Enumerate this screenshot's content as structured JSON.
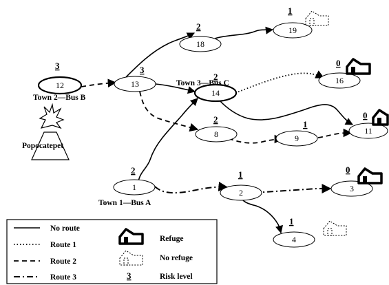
{
  "nodes": [
    {
      "id": "n1",
      "label": "1",
      "risk": "2"
    },
    {
      "id": "n2",
      "label": "2",
      "risk": "1"
    },
    {
      "id": "n3",
      "label": "3",
      "risk": "0"
    },
    {
      "id": "n4",
      "label": "4",
      "risk": "1"
    },
    {
      "id": "n8",
      "label": "8",
      "risk": "2"
    },
    {
      "id": "n9",
      "label": "9",
      "risk": "1"
    },
    {
      "id": "n11",
      "label": "11",
      "risk": "0"
    },
    {
      "id": "n12",
      "label": "12",
      "risk": "3"
    },
    {
      "id": "n13",
      "label": "13",
      "risk": "3"
    },
    {
      "id": "n14",
      "label": "14",
      "risk": "2"
    },
    {
      "id": "n16",
      "label": "16",
      "risk": "0"
    },
    {
      "id": "n18",
      "label": "18",
      "risk": "2"
    },
    {
      "id": "n19",
      "label": "19",
      "risk": "1"
    }
  ],
  "town_labels": {
    "town1": "Town 1—Bus A",
    "town2": "Town 2—Bus B",
    "town3": "Town 3—Bus C"
  },
  "volcano_label": "Popocatepet",
  "legend": {
    "no_route": "No route",
    "route1": "Route 1",
    "route2": "Route 2",
    "route3": "Route 3",
    "refuge": "Refuge",
    "no_refuge": "No refuge",
    "risk_sample": "3",
    "risk_level": "Risk level"
  }
}
